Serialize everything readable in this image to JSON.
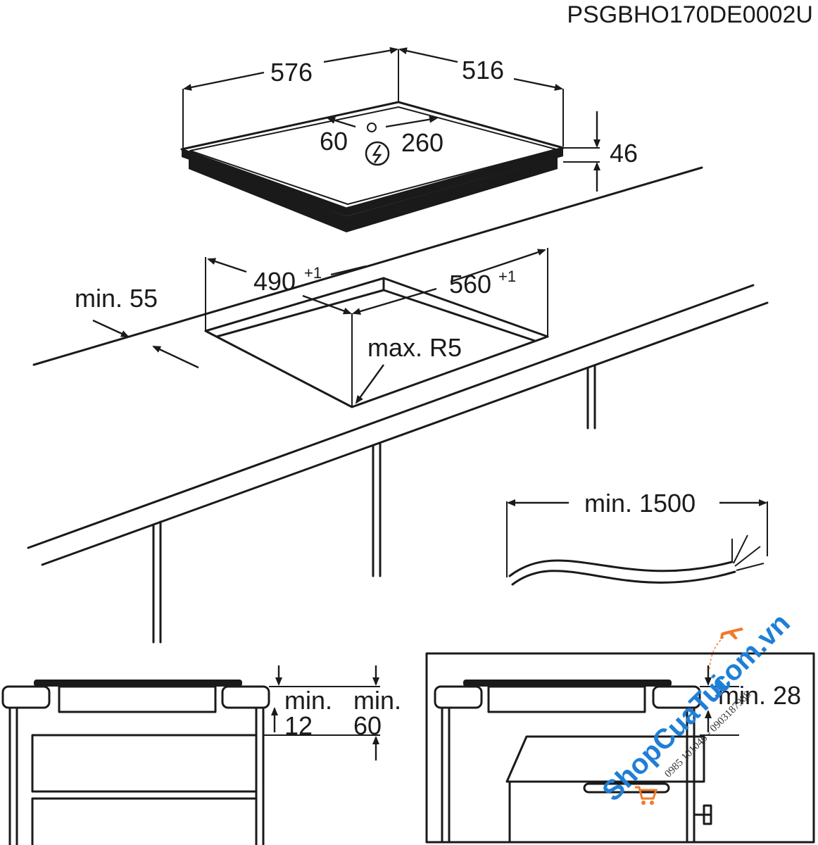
{
  "header": {
    "drawing_code": "PSGBHO170DE0002U"
  },
  "hob_dimensions": {
    "width": "576",
    "depth": "516",
    "height": "46",
    "conn_offset_left": "60",
    "conn_offset_right": "260"
  },
  "cutout": {
    "width": "490",
    "width_tol": "+1",
    "depth": "560",
    "depth_tol": "+1",
    "min_distance": "min. 55",
    "corner_radius": "max. R5"
  },
  "cable": {
    "min_length": "min. 1500"
  },
  "installation_drawer": {
    "gap_top_label_a": "min.",
    "gap_top_value_a": "12",
    "gap_top_label_b": "min.",
    "gap_top_value_b": "60"
  },
  "installation_oven": {
    "gap_label": "min. 28"
  },
  "watermark": {
    "brand": "ShopCuaTui",
    "domain": ".com.vn",
    "phones": "0985 101046 - 0903187988"
  },
  "colors": {
    "line": "#1a1a1a",
    "watermark": "#1f7fd6",
    "accent": "#f07a2a"
  }
}
